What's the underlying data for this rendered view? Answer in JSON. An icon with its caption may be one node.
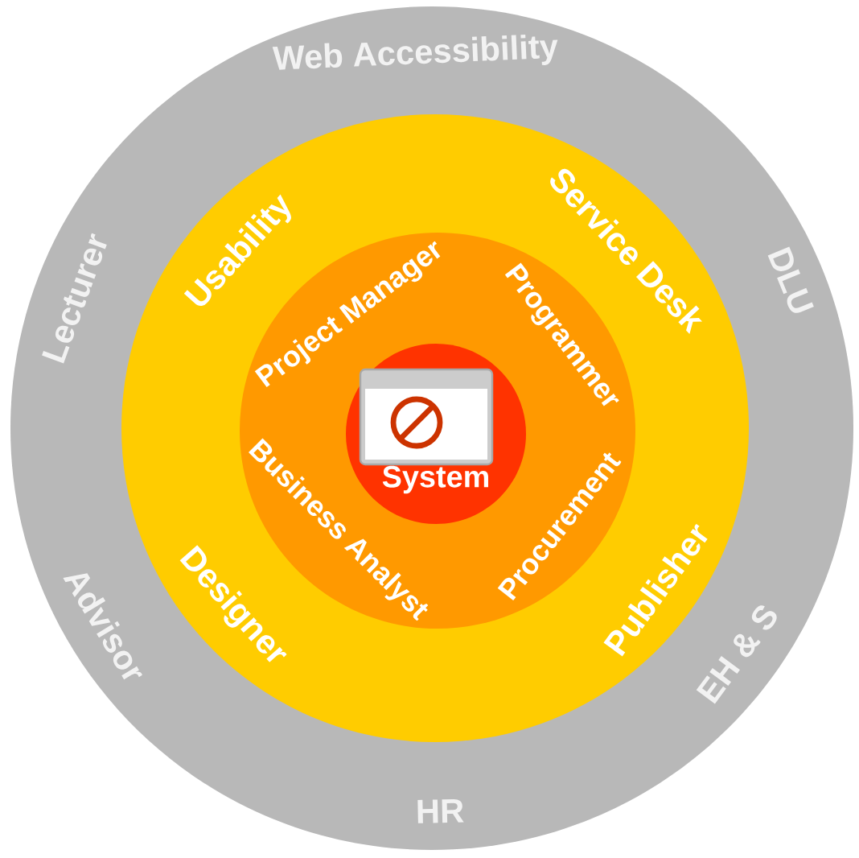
{
  "diagram": {
    "nodes": [
      {
        "text": [
          "Web Accessibility",
          "DLU",
          "EH & S",
          "HR",
          "Advisor",
          "Lecturer"
        ]
      },
      {
        "text": [
          "Usability",
          "Service Desk",
          "Publisher",
          "Designer"
        ],
        "in": 0
      },
      {
        "text": [
          "Project Manager",
          "Programmer",
          "Procurement",
          "Business Analyst"
        ],
        "in": 1
      },
      {
        "text": [
          "System"
        ],
        "in": 2
      }
    ]
  }
}
